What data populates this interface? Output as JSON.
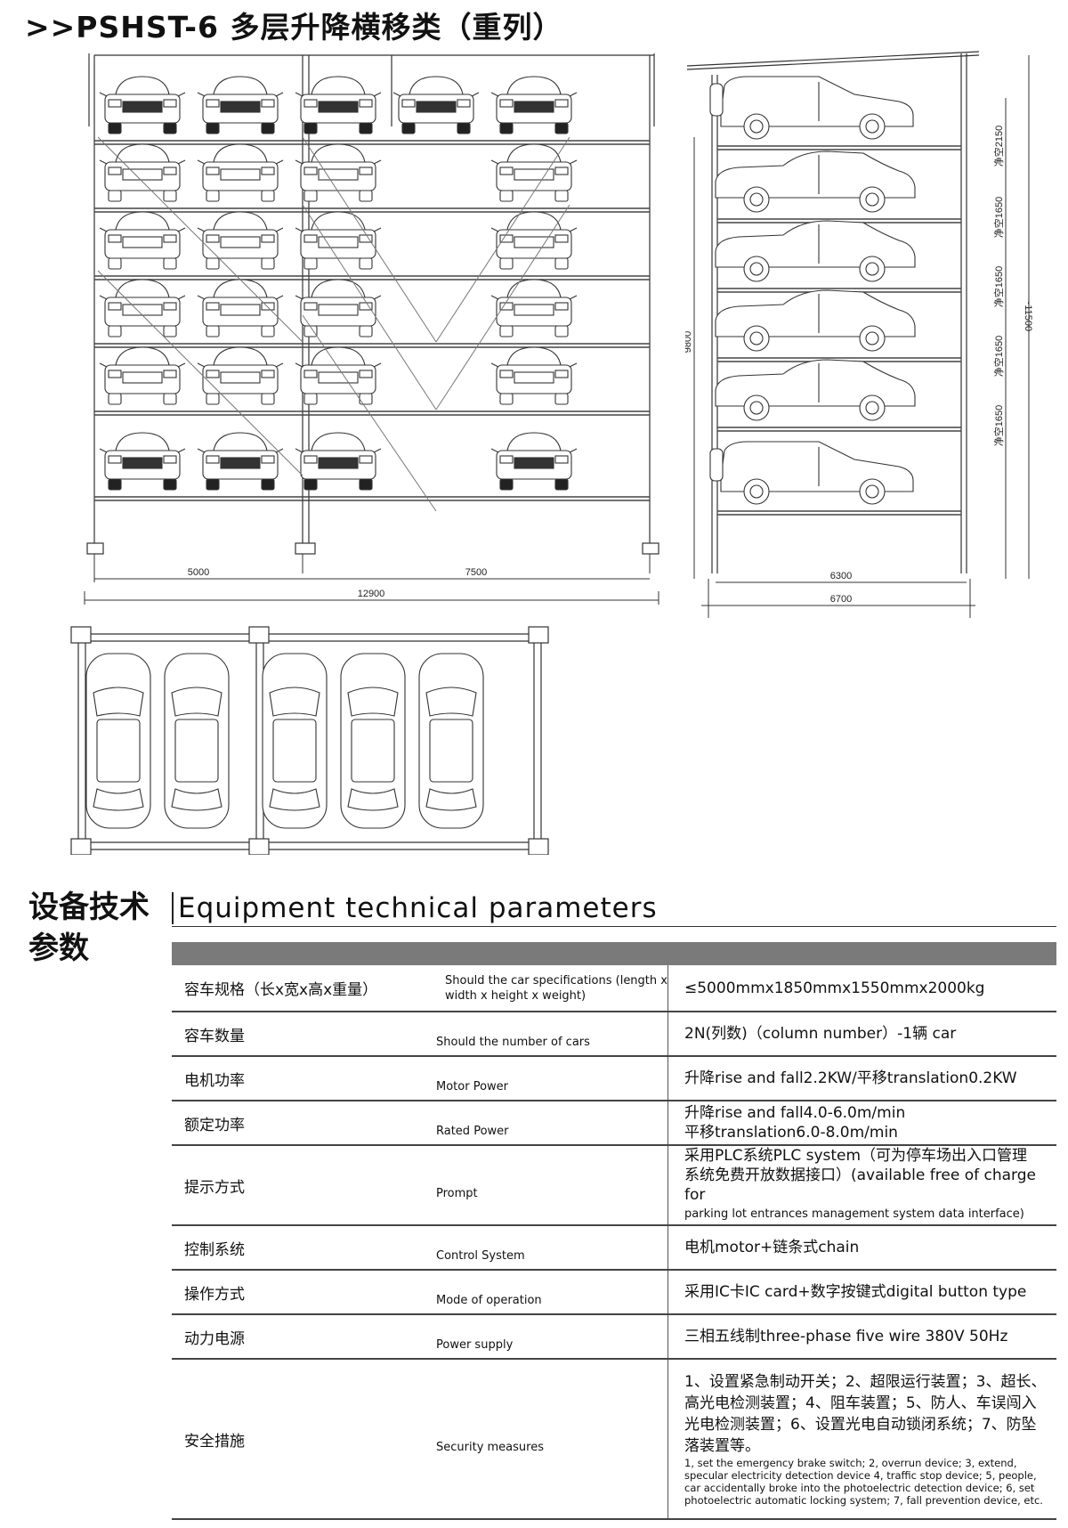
{
  "title": ">>PSHST-6  多层升降横移类（重列）",
  "front_view": {
    "dims": {
      "left_span": "5000",
      "right_span": "7500",
      "total": "12900"
    }
  },
  "side_view": {
    "dims": {
      "depth": "6300",
      "total_depth": "6700",
      "height": "9800",
      "total_height": "~11500"
    },
    "clearances": [
      "净空2150",
      "净空1650",
      "净空1650",
      "净空1650",
      "净空1650"
    ]
  },
  "params": {
    "heading_cn": "设备技术参数",
    "heading_en": "Equipment technical parameters",
    "rows": [
      {
        "cn": "容车规格（长x宽x高x重量）",
        "en": "Should the car specifications (length x width x height x weight)",
        "val": "≤5000mmx1850mmx1550mmx2000kg"
      },
      {
        "cn": "容车数量",
        "en": "Should the number of cars",
        "val": "2N(列数)（column number）-1辆 car"
      },
      {
        "cn": "电机功率",
        "en": "Motor Power",
        "val": "升降rise and fall2.2KW/平移translation0.2KW"
      },
      {
        "cn": "额定功率",
        "en": "Rated Power",
        "val": "升降rise and fall4.0-6.0m/min",
        "val2": "平移translation6.0-8.0m/min"
      },
      {
        "cn": "提示方式",
        "en": "Prompt",
        "val": "采用PLC系统PLC system（可为停车场出入口管理",
        "val2": "系统免费开放数据接口）(available free of charge for",
        "val3": "parking lot entrances management system data interface)"
      },
      {
        "cn": "控制系统",
        "en": "Control System",
        "val": "电机motor+链条式chain"
      },
      {
        "cn": "操作方式",
        "en": "Mode of operation",
        "val": "采用IC卡IC card+数字按键式digital button type"
      },
      {
        "cn": "动力电源",
        "en": "Power supply",
        "val": "三相五线制three-phase five wire 380V 50Hz"
      },
      {
        "cn": "安全措施",
        "en": "Security measures",
        "val": "1、设置紧急制动开关；2、超限运行装置；3、超长、高光电检测装置；4、阻车装置；5、防人、车误闯入光电检测装置；6、设置光电自动锁闭系统；7、防坠落装置等。",
        "val_en": "1, set the emergency brake switch; 2, overrun device; 3, extend, specular electricity detection device 4, traffic stop device; 5, people, car accidentally broke into the photoelectric detection device; 6, set photoelectric automatic locking system; 7, fall prevention device, etc."
      }
    ]
  }
}
